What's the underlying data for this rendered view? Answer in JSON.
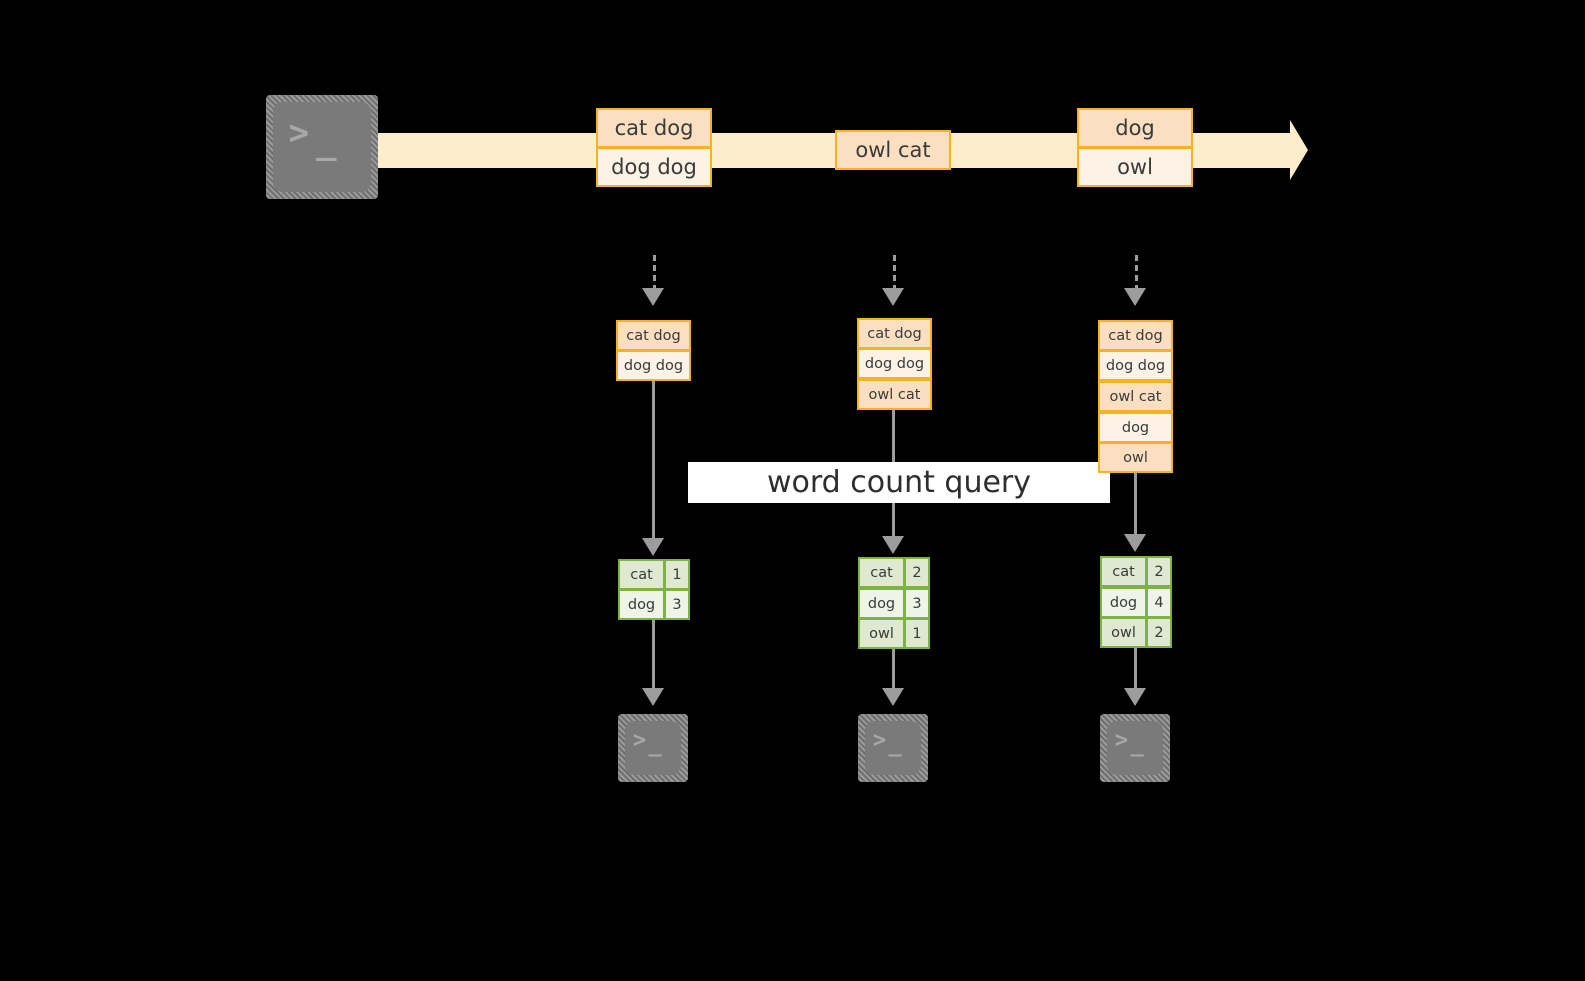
{
  "diagram": {
    "title_banner": "word count query",
    "stream": {
      "source_icon": "terminal-icon",
      "messages": [
        {
          "text": "cat dog",
          "row": 0
        },
        {
          "text": "dog dog",
          "row": 1
        },
        {
          "text": "owl cat",
          "row": 0
        },
        {
          "text": "dog",
          "row": 0
        },
        {
          "text": "owl",
          "row": 1
        }
      ]
    },
    "snapshots": [
      {
        "name": "snapshot-1",
        "log": [
          "cat dog",
          "dog dog"
        ],
        "result": {
          "rows": [
            {
              "word": "cat",
              "count": "1"
            },
            {
              "word": "dog",
              "count": "3"
            }
          ]
        },
        "sink_icon": "terminal-icon"
      },
      {
        "name": "snapshot-2",
        "log": [
          "cat dog",
          "dog dog",
          "owl cat"
        ],
        "result": {
          "rows": [
            {
              "word": "cat",
              "count": "2"
            },
            {
              "word": "dog",
              "count": "3"
            },
            {
              "word": "owl",
              "count": "1"
            }
          ]
        },
        "sink_icon": "terminal-icon"
      },
      {
        "name": "snapshot-3",
        "log": [
          "cat dog",
          "dog dog",
          "owl cat",
          "dog",
          "owl"
        ],
        "result": {
          "rows": [
            {
              "word": "cat",
              "count": "2"
            },
            {
              "word": "dog",
              "count": "4"
            },
            {
              "word": "owl",
              "count": "2"
            }
          ]
        },
        "sink_icon": "terminal-icon"
      }
    ],
    "glyphs": {
      "prompt_chevron": ">",
      "prompt_underscore": "_"
    },
    "colors": {
      "background": "#000000",
      "stream_arrow": "#fdeecb",
      "message_border": "#f5b222",
      "message_fill_dark": "#fbdfc0",
      "message_fill_light": "#fdf2e6",
      "result_border": "#7cb342",
      "result_fill_dark": "#dfe9d2",
      "result_fill_light": "#eef4e8",
      "connector": "#9c9c9c",
      "banner_fill": "#ffffff",
      "terminal_fill": "#7a7a7a"
    }
  }
}
